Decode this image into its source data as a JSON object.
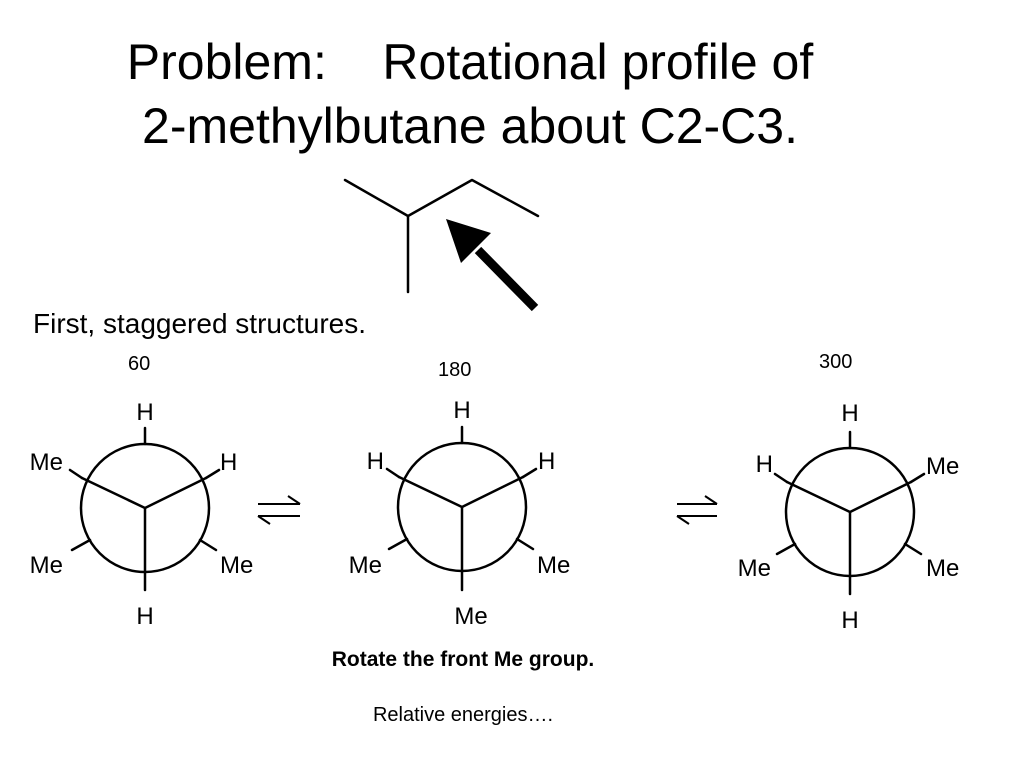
{
  "title": {
    "line1": "Problem:    Rotational profile of",
    "line2": "2-methylbutane about C2-C3."
  },
  "subtitle": "First, staggered structures.",
  "angles": [
    "60",
    "180",
    "300"
  ],
  "projections": [
    {
      "labels": {
        "top": "H",
        "upper_left": "Me",
        "upper_right": "H",
        "lower_left": "Me",
        "lower_right": "Me",
        "bottom": "H"
      }
    },
    {
      "labels": {
        "top": "H",
        "upper_left": "H",
        "upper_right": "H",
        "lower_left": "Me",
        "lower_right": "Me",
        "bottom": "Me"
      }
    },
    {
      "labels": {
        "top": "H",
        "upper_left": "H",
        "upper_right": "Me",
        "lower_left": "Me",
        "lower_right": "Me",
        "bottom": "H"
      }
    }
  ],
  "caption": "Rotate the front Me group.",
  "footer": "Relative energies…."
}
